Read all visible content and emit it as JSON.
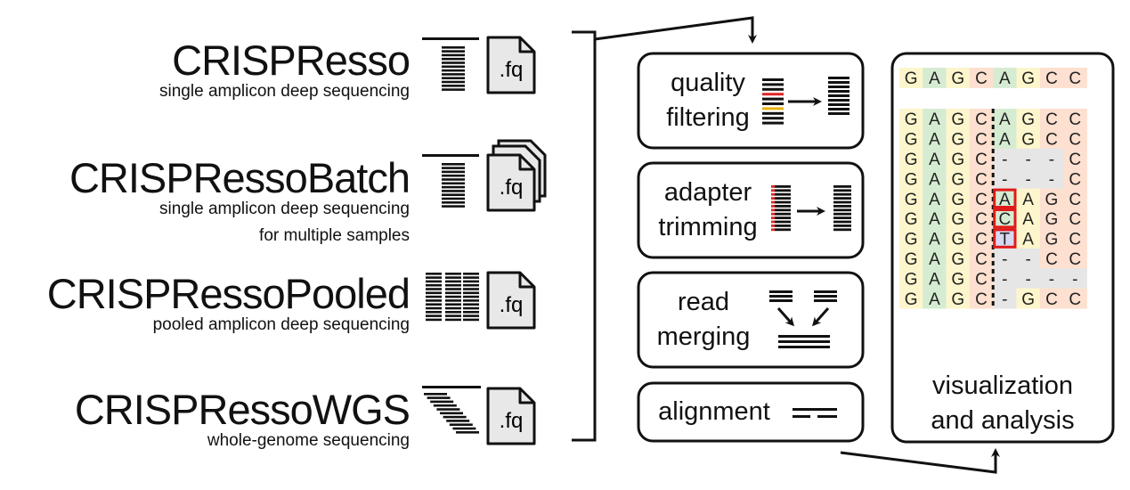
{
  "tools": [
    {
      "name": "CRISPResso",
      "subtitle": "single amplicon deep sequencing",
      "subtitle2": "",
      "file_label": ".fq"
    },
    {
      "name": "CRISPRessoBatch",
      "subtitle": "single amplicon deep sequencing",
      "subtitle2": "for multiple samples",
      "file_label": ".fq"
    },
    {
      "name": "CRISPRessoPooled",
      "subtitle": "pooled amplicon deep sequencing",
      "subtitle2": "",
      "file_label": ".fq"
    },
    {
      "name": "CRISPRessoWGS",
      "subtitle": "whole-genome sequencing",
      "subtitle2": "",
      "file_label": ".fq"
    }
  ],
  "steps": [
    {
      "line1": "quality",
      "line2": "filtering"
    },
    {
      "line1": "adapter",
      "line2": "trimming"
    },
    {
      "line1": "read",
      "line2": "merging"
    },
    {
      "line1": "alignment",
      "line2": ""
    }
  ],
  "visualization": {
    "line1": "visualization",
    "line2": "and analysis",
    "reference": "GAGCAGCC",
    "reads": [
      "GAGCAGCC",
      "GAGCAGCC",
      "GAGC---C",
      "GAGC---C",
      "GAGCAAGC",
      "GAGCCAGC",
      "GAGCTAGC",
      "GAGC--CC",
      "GAGC----",
      "GAGC-GCC"
    ],
    "substitution_rows": [
      4,
      5,
      6
    ],
    "substitution_col": 4,
    "column_colors": [
      "#fdf6cc",
      "#d6ecd2",
      "#fdf6cc",
      "#fde0cf",
      "#d6ecd2",
      "#fdf6cc",
      "#fde0cf",
      "#fde0cf"
    ],
    "gap_color": "#e6e6e6",
    "highlight_color": "#e01b1b",
    "t_highlight_color": "#d8d8f0"
  },
  "colors": {
    "filter_red": "#e0262a",
    "filter_yellow": "#e6b20e",
    "adapter_red": "#e0262a"
  }
}
